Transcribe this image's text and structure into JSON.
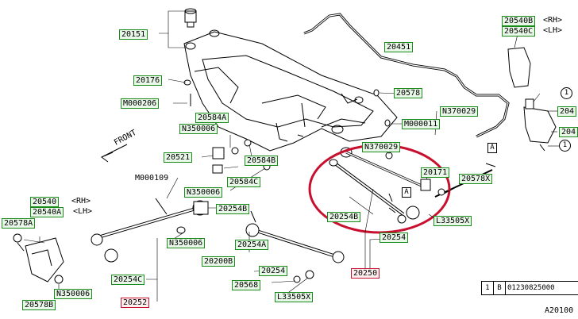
{
  "labels": {
    "p20151": "20151",
    "p20176": "20176",
    "m000206": "M000206",
    "p20584a": "20584A",
    "n350006_top": "N350006",
    "p20584b": "20584B",
    "p20521": "20521",
    "m000109": "M000109",
    "p20584c": "20584C",
    "n350006_mid": "N350006",
    "p20254b_left": "20254B",
    "p20540_rh_left": "20540",
    "p20540a_lh_left": "20540A",
    "rh_suffix": "<RH>",
    "lh_suffix": "<LH>",
    "p20578a": "20578A",
    "n350006_low": "N350006",
    "p20254c": "20254C",
    "n350006_bot": "N350006",
    "p20252": "20252",
    "p20578b": "20578B",
    "p20254a": "20254A",
    "p20200": "20200B",
    "p20254_low": "20254",
    "p20568": "20568",
    "l33505_low": "L33505X",
    "p20451": "20451",
    "p20578_top": "20578",
    "m000011": "M000011",
    "n370029_mid": "N370029",
    "p20254b_right": "20254B",
    "p20254_right": "20254",
    "p20250": "20250",
    "p20171": "20171",
    "p20578x": "20578X",
    "l33505_right": "L33505X",
    "n370029_right": "N370029",
    "p20540_rh_right": "20540B",
    "p20540_lh_right": "20540C",
    "rh_suffix_r": "<RH>",
    "lh_suffix_r": "<LH>",
    "p204_a": "204",
    "p204_b": "204",
    "front": "FRONT",
    "box_a1": "A",
    "box_a2": "A",
    "circ1": "1",
    "circ2": "1",
    "legend_n": "1",
    "legend_b": "B",
    "legend_code": "01230825000",
    "footer_code": "A20100"
  }
}
